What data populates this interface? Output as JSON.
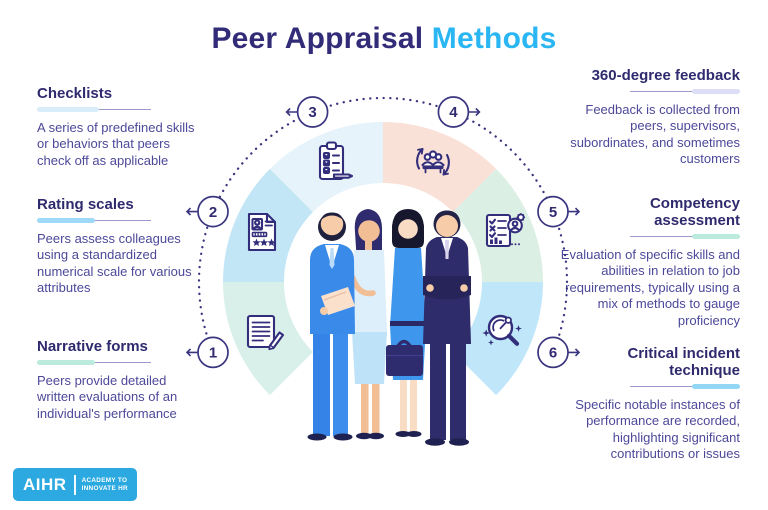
{
  "title": {
    "main": "Peer Appraisal",
    "accent": "Methods"
  },
  "methods": [
    {
      "number": "1",
      "heading": "Narrative forms",
      "body": "Peers provide detailed written evaluations of an individual's performance",
      "icon": "document-pen-icon",
      "accent_color": "#BCEADD",
      "segment_color": "#D8F0E9"
    },
    {
      "number": "2",
      "heading": "Rating scales",
      "body": "Peers assess colleagues using a standardized numerical scale for various attributes",
      "icon": "rating-document-icon",
      "accent_color": "#9ED9F7",
      "segment_color": "#C3E6F6"
    },
    {
      "number": "3",
      "heading": "Checklists",
      "body": "A series of predefined skills or behaviors that peers check off as applicable",
      "icon": "checklist-clipboard-icon",
      "accent_color": "#D9ECF9",
      "segment_color": "#E7F3FB"
    },
    {
      "number": "4",
      "heading": "360-degree feedback",
      "body": "Feedback is collected from peers, supervisors, subordinates, and sometimes customers",
      "icon": "people-cycle-icon",
      "accent_color": "#DBDEF5",
      "segment_color": "#FAE1D8"
    },
    {
      "number": "5",
      "heading": "Competency assessment",
      "body": "Evaluation of specific skills and abilities in relation to job requirements, typically using a mix of methods to gauge proficiency",
      "icon": "skills-chart-icon",
      "accent_color": "#BCEADD",
      "segment_color": "#DCEFE5"
    },
    {
      "number": "6",
      "heading": "Critical incident technique",
      "body": "Specific notable instances of performance are recorded, highlighting significant contributions or issues",
      "icon": "magnifier-gauge-icon",
      "accent_color": "#93D7F7",
      "segment_color": "#BFE7F9"
    }
  ],
  "logo": {
    "brand": "AIHR",
    "tagline_line1": "ACADEMY TO",
    "tagline_line2": "INNOVATE HR",
    "bg_color": "#2BA9E0"
  },
  "colors": {
    "heading": "#2F2A6E",
    "body_text": "#4D4899",
    "title_main": "#322C78",
    "title_accent": "#29B6F2",
    "outline": "#3A357F",
    "icon_stroke": "#332E7B"
  }
}
